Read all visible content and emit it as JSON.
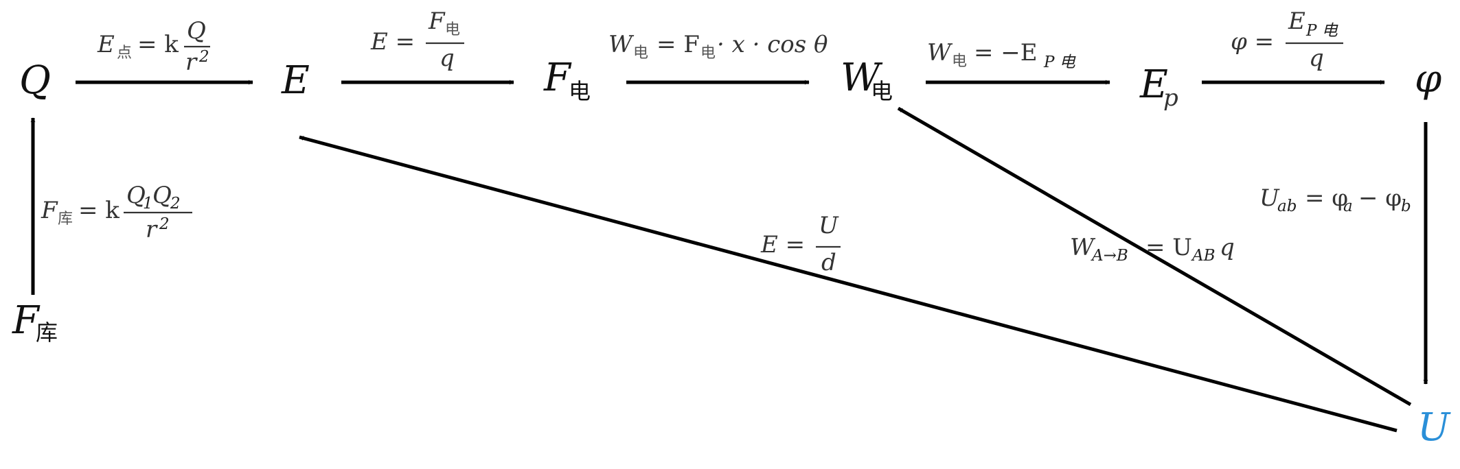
{
  "diagram": {
    "nodes": {
      "Q": "Q",
      "E": "E",
      "F_dian": {
        "letter": "F",
        "sub": "电"
      },
      "W_dian": {
        "letter": "W",
        "sub": "电"
      },
      "Ep": {
        "letter": "E",
        "sub": "p"
      },
      "phi": "φ",
      "F_ku": {
        "letter": "F",
        "sub": "库"
      },
      "U": "U"
    },
    "node_colors": {
      "default": "#111111",
      "U": "#2a8fd8"
    },
    "edges": {
      "Q_to_E": {
        "lhs": "E",
        "lhs_sub": "点",
        "eq": "= k",
        "num": "Q",
        "den": "r",
        "den_sup": "2"
      },
      "E_to_F": {
        "lhs": "E =",
        "num": "F",
        "num_sub": "电",
        "den": "q"
      },
      "F_to_W": {
        "a": "W",
        "a_sub": "电",
        "b": "= F",
        "b_sub": "电",
        "c": "· x · cos θ"
      },
      "W_to_Ep": {
        "a": "W",
        "a_sub": "电",
        "b": "= −E",
        "b_sub": "P 电"
      },
      "Ep_to_phi": {
        "lhs": "φ =",
        "num": "E",
        "num_sub": "P 电",
        "den": "q"
      },
      "Fku_to_Q": {
        "lhs": "F",
        "lhs_sub": "库",
        "eq": "= k",
        "num1": "Q",
        "num1_sub": "1",
        "num2": "Q",
        "num2_sub": "2",
        "den": "r",
        "den_sup": "2"
      },
      "phi_to_U": {
        "a": "U",
        "a_sub": "ab",
        "b": "= φ",
        "b_sub": "a",
        "c": "− φ",
        "c_sub": "b"
      },
      "U_to_E": {
        "lhs": "E =",
        "num": "U",
        "den": "d"
      },
      "U_to_W": {
        "a": "W",
        "a_sub": "A→B",
        "b": "= U",
        "b_sub": "AB",
        "c": "q"
      }
    }
  }
}
